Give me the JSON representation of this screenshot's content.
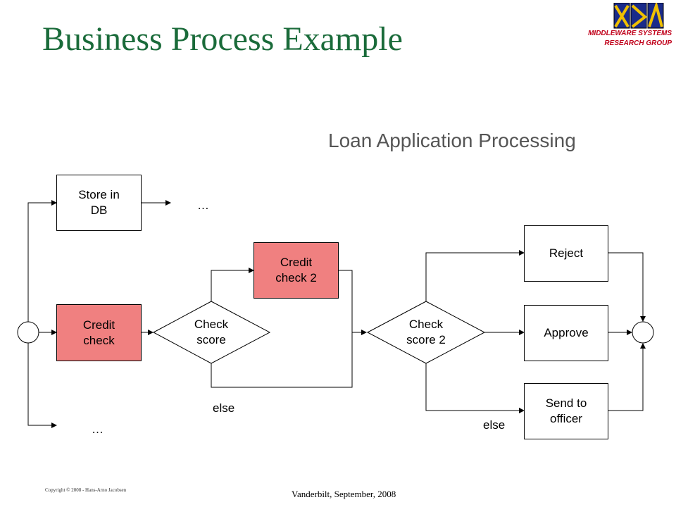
{
  "slide": {
    "title": "Business Process Example",
    "subtitle": "Loan Application Processing",
    "logo_line1": "MIDDLEWARE SYSTEMS",
    "logo_line2": "RESEARCH GROUP",
    "footer_left": "Copyright © 2008 - Hans-Arno Jacobsen",
    "footer_center": "Vanderbilt, September, 2008"
  },
  "nodes": {
    "store_db": "Store in\nDB",
    "credit_check": "Credit\ncheck",
    "check_score": "Check\nscore",
    "credit_check_2": "Credit\ncheck 2",
    "check_score_2": "Check\nscore 2",
    "reject": "Reject",
    "approve": "Approve",
    "send_officer": "Send to\nofficer"
  },
  "labels": {
    "ellipsis_top": "…",
    "ellipsis_bottom": "…",
    "else_1": "else",
    "else_2": "else"
  },
  "colors": {
    "title": "#1a6b3a",
    "highlight_box": "#f08080",
    "logo_text": "#c0001a"
  }
}
